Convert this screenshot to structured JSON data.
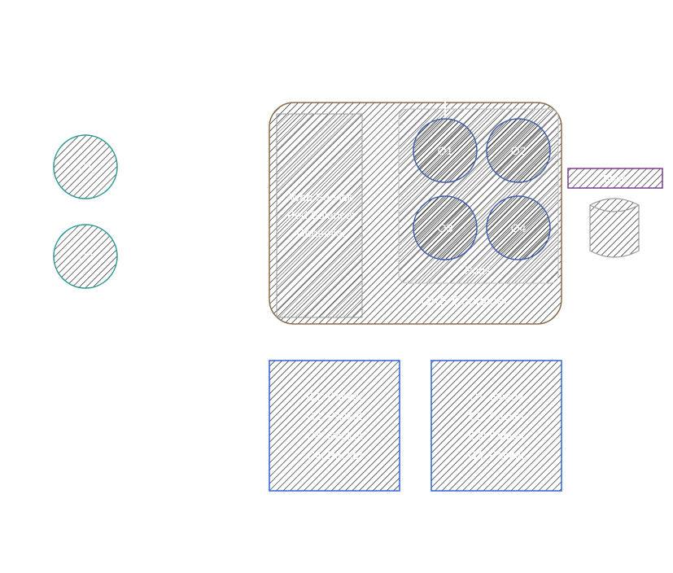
{
  "colors": {
    "hatch": "#1a1a1a",
    "container_stroke": "#8b6d4a",
    "pod_stroke": "#3f5fb0",
    "customer_stroke": "#2e9a96",
    "state_stroke": "#7a3c8f",
    "queue_stroke": "#2f62d9",
    "text": "#ffffff"
  },
  "customers": [
    {
      "label": "C1"
    },
    {
      "label": "C2"
    }
  ],
  "container": {
    "label": "GKE Container",
    "service_lines": [
      "Web Service",
      "Pod Balancer",
      "Controller"
    ],
    "pods": [
      {
        "label": "O1"
      },
      {
        "label": "O2"
      },
      {
        "label": "O3"
      },
      {
        "label": "O4"
      }
    ],
    "pods_group_label": "Pods"
  },
  "state": {
    "label": "State"
  },
  "database": {
    "label": ""
  },
  "queues": [
    {
      "lines": [
        "C1: Packet",
        "C2: Packet",
        "C3: Packet",
        "C4: Packet"
      ]
    },
    {
      "lines": [
        "C1: Ready",
        "C2: Packet",
        "C3: Packet",
        "C4: Packet"
      ]
    }
  ]
}
